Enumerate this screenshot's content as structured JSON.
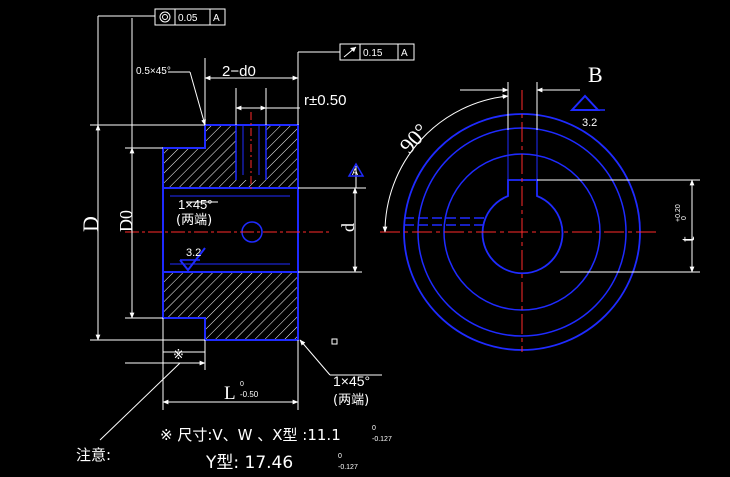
{
  "drawing": {
    "gdt_top": {
      "symbol": "concentricity-icon",
      "value": "0.05",
      "datum": "A"
    },
    "gdt_runout": {
      "symbol": "runout-arrow-icon",
      "value": "0.15",
      "datum": "A"
    },
    "chamfer_small": "0.5×45°",
    "holes_dim": "2−d0",
    "radius_tol": "r±0.50",
    "datum_label": "A",
    "dim_D": "D",
    "dim_D0": "D0",
    "dim_d": "d",
    "chamfer_inner_value": "1×45°",
    "chamfer_inner_note": "(两端)",
    "surface_roughness_left": "3.2",
    "dim_L": "L",
    "dim_L_tol": {
      "upper": "0",
      "lower": "-0.50"
    },
    "chamfer_outer_value": "1×45°",
    "chamfer_outer_note": "(两端)",
    "angle": "90°",
    "dim_B": "B",
    "surface_roughness_right": "3.2",
    "dim_t": "t",
    "dim_t_tol": {
      "upper": "+0.20",
      "lower": "0"
    },
    "ref_mark": "※",
    "notes": {
      "label": "注意:",
      "line1": "※ 尺寸:V、W 、X型 :11.1",
      "line1_tol": {
        "upper": "0",
        "lower": "-0.127"
      },
      "line2": "Y型: 17.46",
      "line2_tol": {
        "upper": "0",
        "lower": "-0.127"
      }
    }
  },
  "colors": {
    "background": "#000000",
    "geometry": "#1f2bff",
    "centerline": "#ff2a2a",
    "dimension": "#ffffff"
  }
}
